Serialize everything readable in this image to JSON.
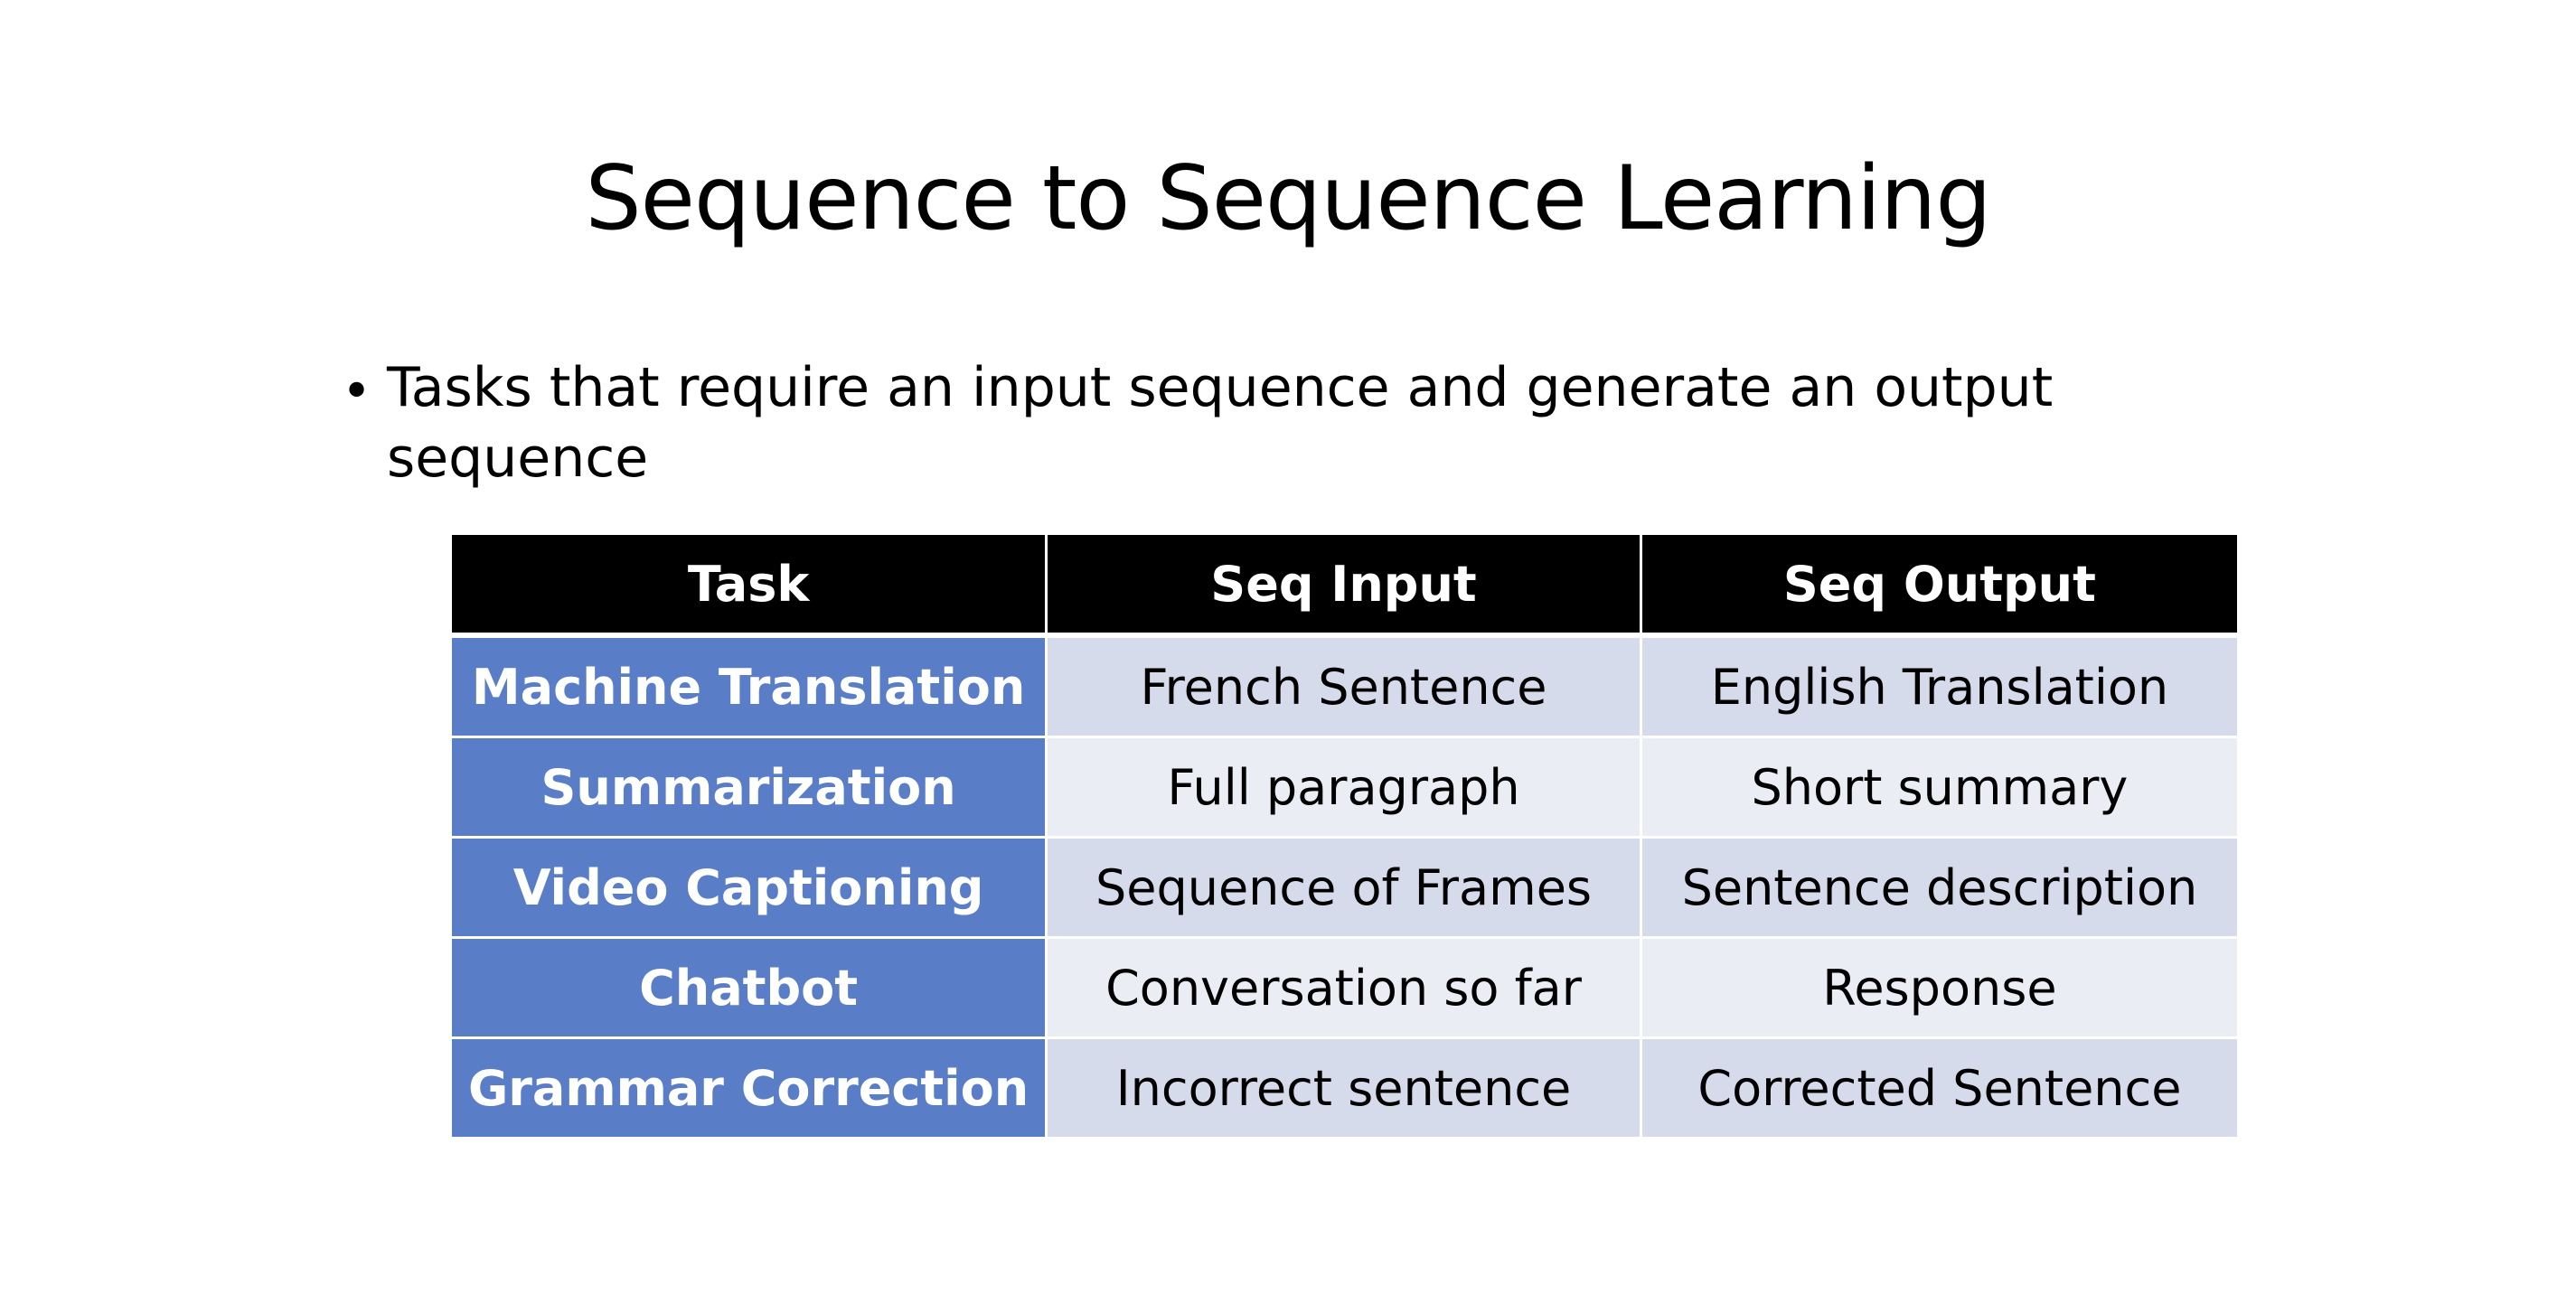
{
  "slide": {
    "title": "Sequence to Sequence Learning",
    "bullet": {
      "marker": "•",
      "line1": "Tasks that require an input sequence and generate an output",
      "line2": "sequence"
    }
  },
  "table": {
    "headers": [
      "Task",
      "Seq Input",
      "Seq Output"
    ],
    "rows": [
      [
        "Machine Translation",
        "French Sentence",
        "English Translation"
      ],
      [
        "Summarization",
        "Full paragraph",
        "Short summary"
      ],
      [
        "Video Captioning",
        "Sequence of Frames",
        "Sentence description"
      ],
      [
        "Chatbot",
        "Conversation so far",
        "Response"
      ],
      [
        "Grammar Correction",
        "Incorrect sentence",
        "Corrected Sentence"
      ]
    ]
  },
  "colors": {
    "header_bg": "#000000",
    "task_bg": "#5a7dc7",
    "row_dark": "#d6dbec",
    "row_light": "#ebedf5"
  }
}
